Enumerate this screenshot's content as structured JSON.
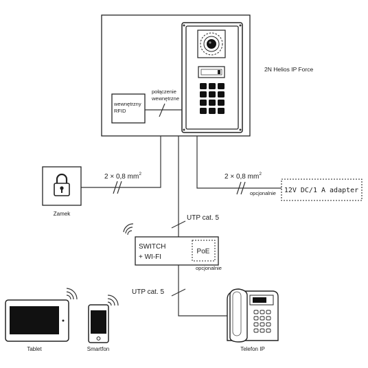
{
  "labels": {
    "device_name": "2N Helios IP Force",
    "internal_rfid_line1": "wewnętrzny",
    "internal_rfid_line2": "RFID",
    "internal_connection_line1": "połączenie",
    "internal_connection_line2": "wewnętrzne",
    "cable_lock": "2 × 0,8 mm",
    "cable_lock_sup": "2",
    "cable_power": "2 × 0,8 mm",
    "cable_power_sup": "2",
    "optional_power": "opcjonalnie",
    "power_adapter": "12V DC/1 A adapter",
    "lock": "Zamek",
    "utp_top": "UTP cat. 5",
    "switch_line1": "SWITCH",
    "switch_line2": "+ WI-FI",
    "poe": "PoE",
    "optional_poe": "opcjonalnie",
    "utp_bottom": "UTP cat. 5",
    "tablet": "Tablet",
    "smartphone": "Smartfon",
    "ip_phone": "Telefon IP"
  },
  "icons": {
    "camera": "camera-icon",
    "keypad": "keypad-icon",
    "lock": "padlock-icon",
    "wifi": "wifi-icon",
    "tablet": "tablet-icon",
    "smartphone": "smartphone-icon",
    "ip_phone": "ip-phone-icon"
  }
}
